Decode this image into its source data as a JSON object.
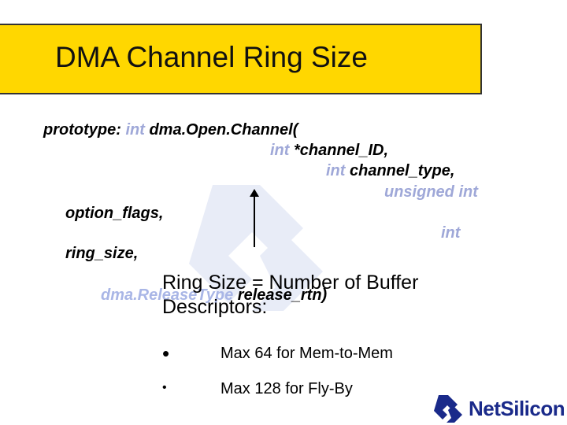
{
  "slide": {
    "title": "DMA Channel Ring Size",
    "prototype": {
      "label": "prototype:",
      "kw_int": "int",
      "fn": "dma.Open.Channel(",
      "p1_type": "int",
      "p1_name": "*channel_ID,",
      "p2_type": "int",
      "p2_name": "channel_type,",
      "p3_type": "unsigned int",
      "p3_name": "option_flags,",
      "p4_type": "int",
      "p4_name": "ring_size,",
      "p5_type": "dma.ReleaseType",
      "p5_name": "release_rtn)"
    },
    "callout": {
      "line1": "Ring Size = Number of Buffer",
      "line2": "Descriptors:"
    },
    "bullets": [
      {
        "marker": "•",
        "text": "Max 64 for Mem-to-Mem"
      },
      {
        "marker": "•",
        "text": "Max 128 for Fly-By"
      }
    ],
    "logo": {
      "icon": "netsilicon-logo-icon",
      "text": "NetSilicon"
    },
    "colors": {
      "title_bg": "#ffd700",
      "keyword": "#9fa8d8",
      "brand": "#1a2a8a"
    }
  }
}
